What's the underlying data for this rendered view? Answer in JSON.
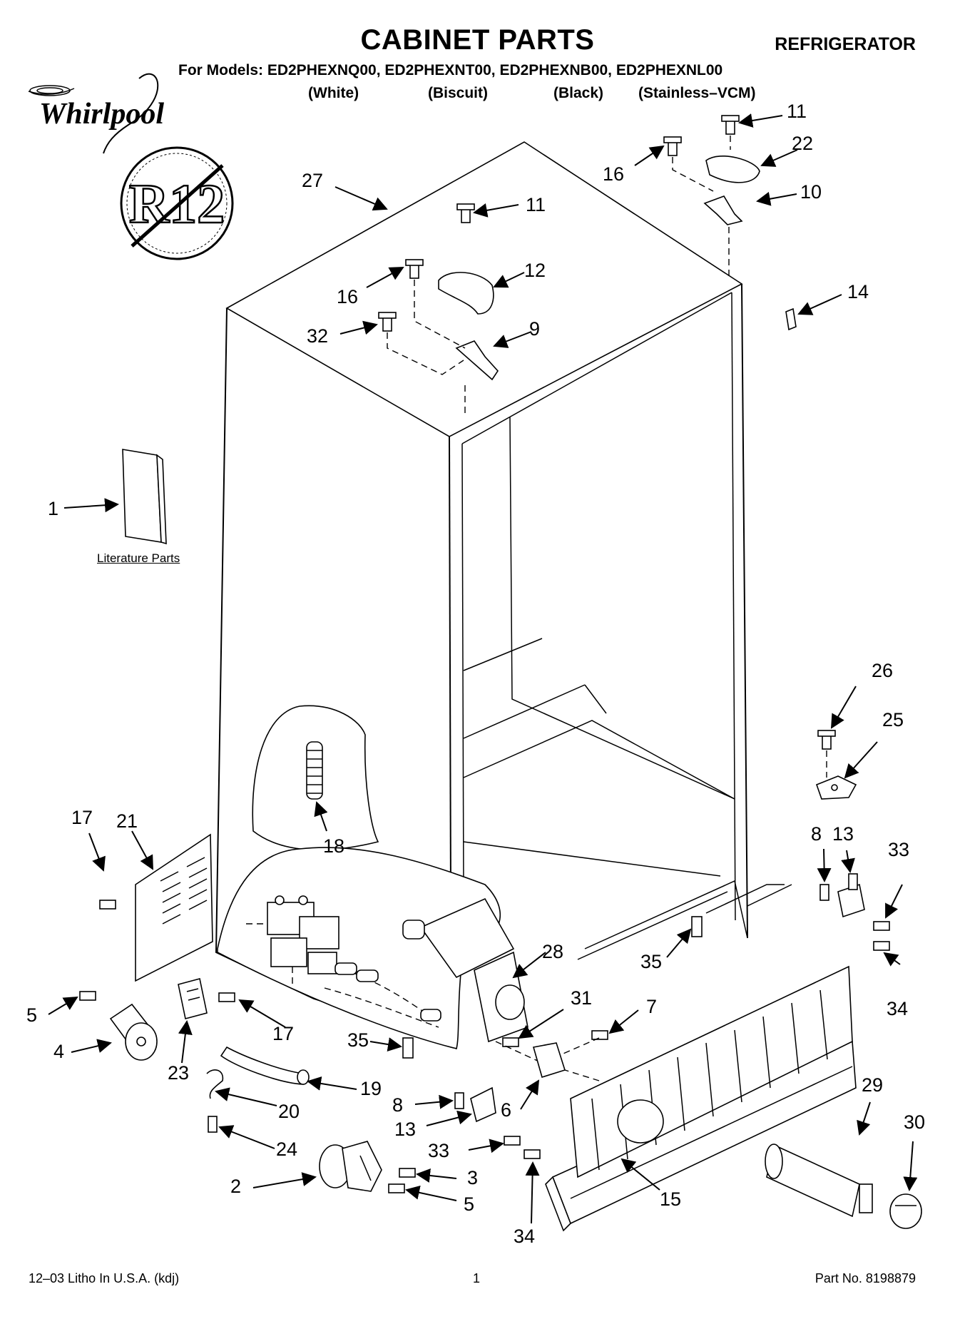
{
  "header": {
    "title": "CABINET PARTS",
    "product": "REFRIGERATOR",
    "models_line": "For Models: ED2PHEXNQ00, ED2PHEXNT00, ED2PHEXNB00, ED2PHEXNL00",
    "variants": [
      "(White)",
      "(Biscuit)",
      "(Black)",
      "(Stainless–VCM)"
    ]
  },
  "brand": {
    "logo_text": "Whirlpool",
    "badge_text": "R12"
  },
  "literature_label": "Literature Parts",
  "footer": {
    "litho": "12–03 Litho In U.S.A. (kdj)",
    "page_number": "1",
    "part_number": "Part No. 8198879"
  },
  "callouts": [
    "27",
    "11",
    "16",
    "22",
    "10",
    "11",
    "12",
    "16",
    "14",
    "32",
    "9",
    "1",
    "26",
    "25",
    "17",
    "21",
    "18",
    "8",
    "13",
    "33",
    "28",
    "35",
    "31",
    "7",
    "34",
    "5",
    "4",
    "17",
    "23",
    "19",
    "20",
    "35",
    "8",
    "6",
    "13",
    "29",
    "30",
    "24",
    "33",
    "3",
    "2",
    "5",
    "34",
    "15"
  ]
}
